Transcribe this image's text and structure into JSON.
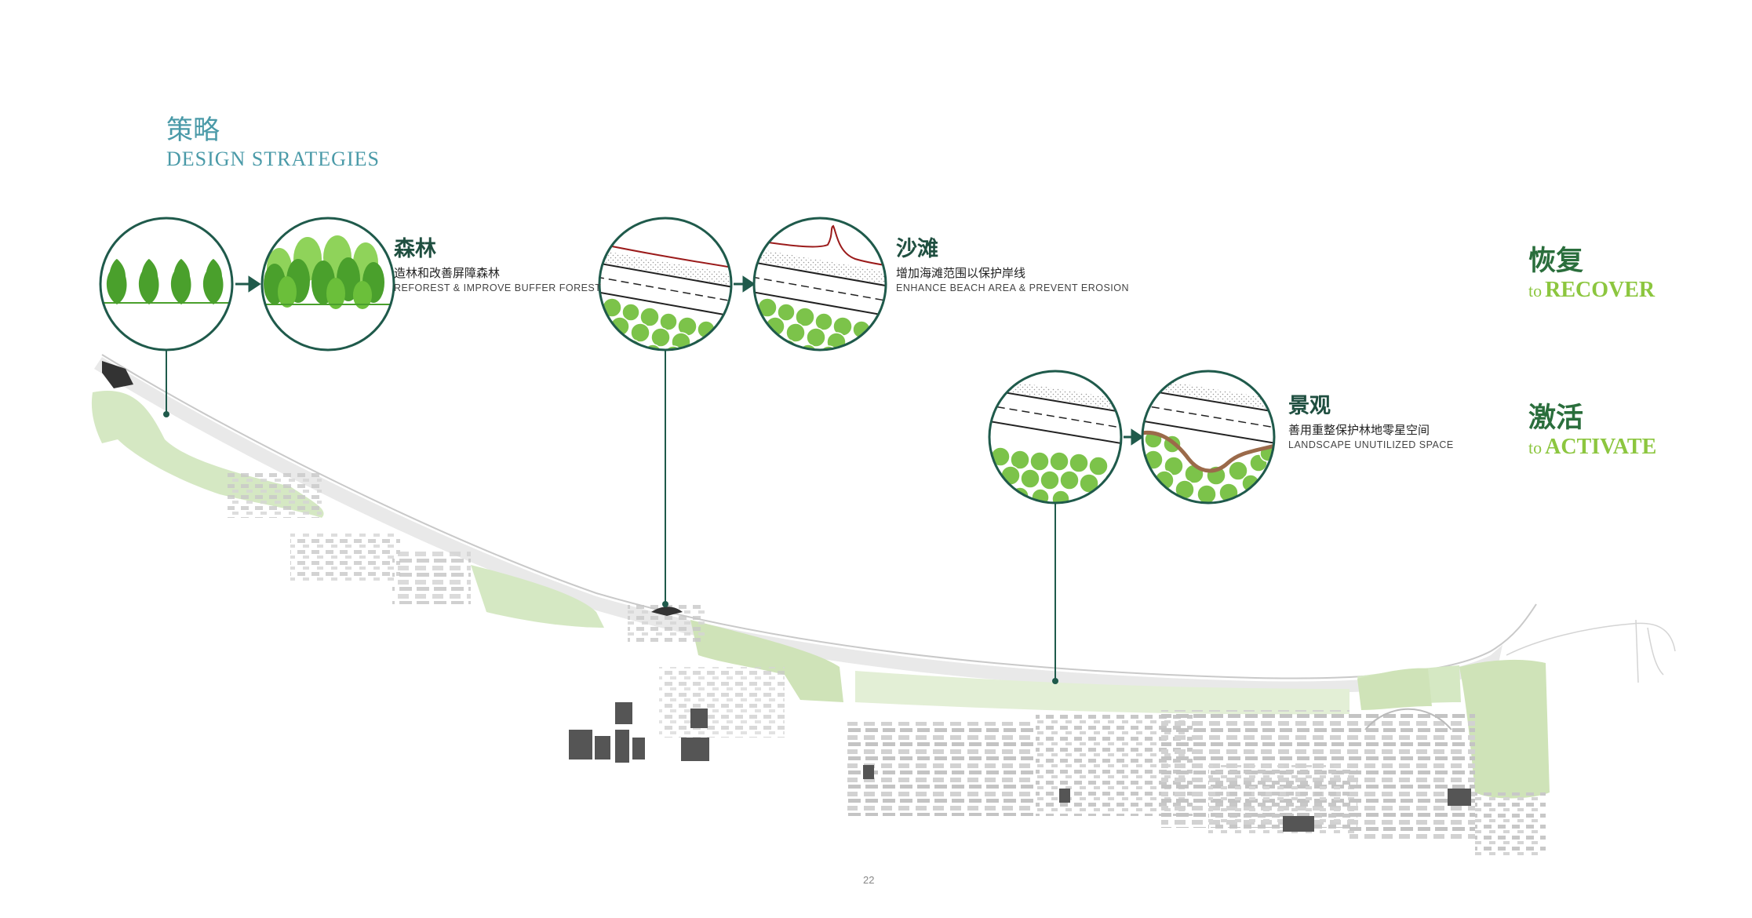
{
  "header": {
    "title_cn": "策略",
    "title_en": "DESIGN STRATEGIES"
  },
  "strategies": [
    {
      "cn": "森林",
      "sub": "造林和改善屏障森林",
      "en": "REFOREST & IMPROVE BUFFER FOREST"
    },
    {
      "cn": "沙滩",
      "sub": "增加海滩范围以保护岸线",
      "en": "ENHANCE BEACH AREA & PREVENT EROSION"
    },
    {
      "cn": "景观",
      "sub": "善用重整保护林地零星空间",
      "en": "LANDSCAPE UNUTILIZED SPACE"
    }
  ],
  "goals": [
    {
      "cn": "恢复",
      "en_small": "to",
      "en_big": "RECOVER"
    },
    {
      "cn": "激活",
      "en_small": "to",
      "en_big": "ACTIVATE"
    }
  ],
  "footer": {
    "page": "22"
  },
  "colors": {
    "circle_stroke": "#1f5a4b",
    "tree_green": "#4aa02c",
    "light_green": "#8cc63f",
    "forest_area": "#cfe3b8",
    "building": "#cfcfcf",
    "dark_building": "#555555",
    "title_teal": "#4a9aa8"
  }
}
